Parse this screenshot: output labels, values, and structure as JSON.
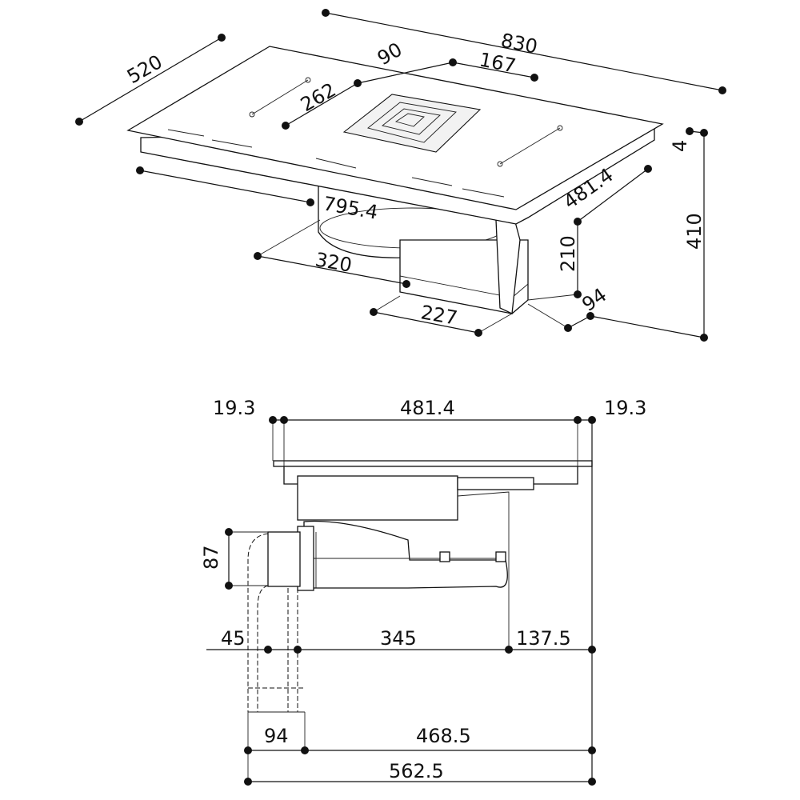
{
  "top_view": {
    "dims": {
      "length": "830",
      "depth": "520",
      "vent_offset": "90",
      "vent_width": "167",
      "vent_depth": "262",
      "glass_thickness": "4",
      "total_height": "410",
      "body_depth": "481.4",
      "body_length": "795.4",
      "motor_height": "210",
      "motor_width": "320",
      "duct_depth": "94",
      "duct_width": "227"
    }
  },
  "side_view": {
    "dims": {
      "left_overhang": "19.3",
      "body_width": "481.4",
      "right_overhang": "19.3",
      "duct_height": "87",
      "duct_offset": "45",
      "motor_length": "345",
      "rear_clearance": "137.5",
      "duct_width": "94",
      "outlet_to_rear": "468.5",
      "total_length": "562.5"
    }
  }
}
